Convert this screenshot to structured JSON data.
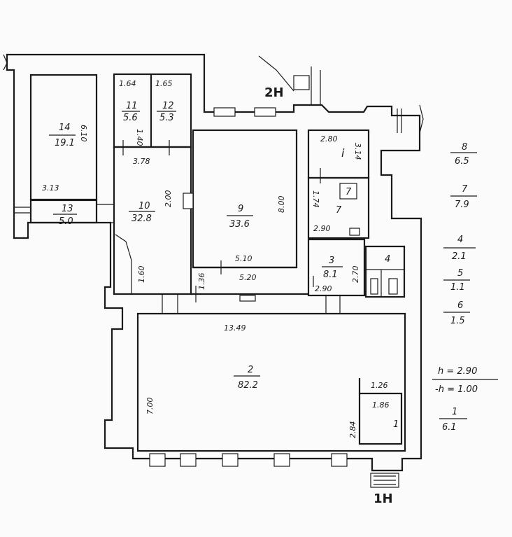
{
  "rooms": {
    "r1": {
      "num": "1",
      "area": "6.1"
    },
    "r2": {
      "num": "2",
      "area": "82.2"
    },
    "r3": {
      "num": "3",
      "area": "8.1"
    },
    "r7": {
      "num": "7",
      "area": "7.9"
    },
    "r9": {
      "num": "9",
      "area": "33.6"
    },
    "r10": {
      "num": "10",
      "area": "32.8"
    },
    "r11": {
      "num": "11",
      "area": "5.6"
    },
    "r12": {
      "num": "12",
      "area": "5.3"
    },
    "r13": {
      "num": "13",
      "area": "5.0"
    },
    "r14": {
      "num": "14",
      "area": "19.1"
    }
  },
  "dimensions": {
    "d_164": "1.64",
    "d_165": "1.65",
    "d_610": "6.10",
    "d_313": "3.13",
    "d_378": "3.78",
    "d_200": "2.00",
    "d_800": "8.00",
    "d_280": "2.80",
    "d_314": "3.14",
    "d_174": "1.74",
    "d_290a": "2.90",
    "d_290b": "2.90",
    "d_510": "5.10",
    "d_520": "5.20",
    "d_160": "1.60",
    "d_136": "1.36",
    "d_270": "2.70",
    "d_1349": "13.49",
    "d_700": "7.00",
    "d_126": "1.26",
    "d_186": "1.86",
    "d_284": "2.84",
    "d_140": "1.40"
  },
  "small_labels": {
    "i": "i",
    "seven_mark": "7",
    "four": "4"
  },
  "entrances": {
    "top": "2Н",
    "bottom": "1Н"
  },
  "legend": [
    {
      "num": "8",
      "area": "6.5"
    },
    {
      "num": "7",
      "area": "7.9"
    },
    {
      "num": "4",
      "area": "2.1"
    },
    {
      "num": "5",
      "area": "1.1"
    },
    {
      "num": "6",
      "area": "1.5"
    }
  ],
  "heights": {
    "h1": "h = 2.90",
    "h2": "-h = 1.00"
  },
  "legend_last": {
    "num": "1",
    "area": "6.1"
  }
}
